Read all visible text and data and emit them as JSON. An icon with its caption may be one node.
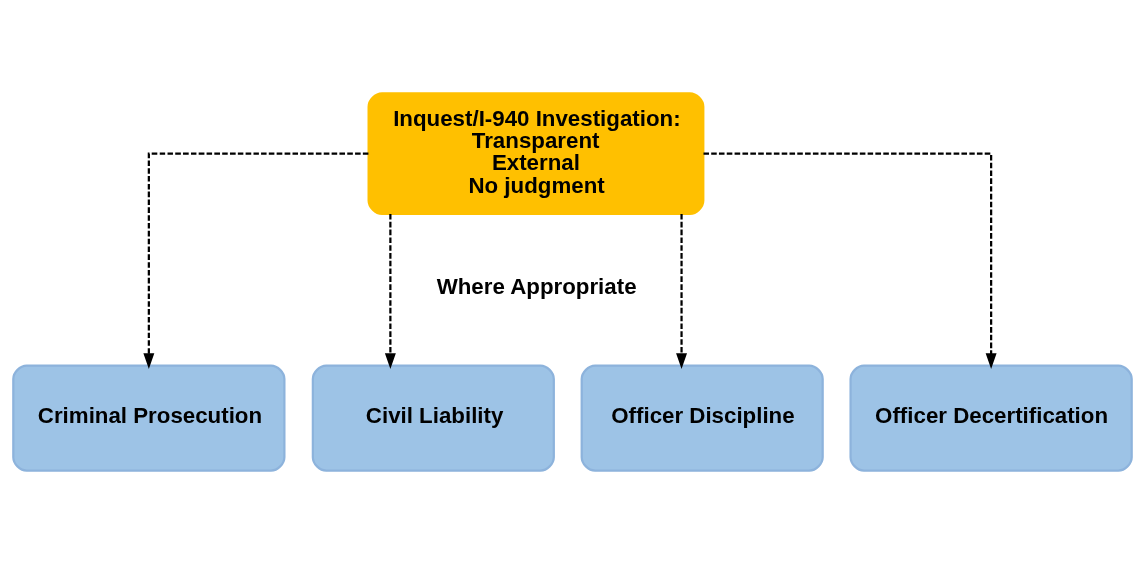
{
  "diagram": {
    "nodes": [
      {
        "text": [
          "Inquest/I-940 Investigation:",
          "Transparent",
          "External",
          "No judgment"
        ]
      },
      {
        "text": [
          "Criminal Prosecution"
        ]
      },
      {
        "text": [
          "Civil Liability"
        ]
      },
      {
        "text": [
          "Officer Discipline"
        ]
      },
      {
        "text": [
          "Officer Decertification"
        ]
      }
    ],
    "edges": [
      {
        "from": 0,
        "to": 1,
        "arrow": "to",
        "style": "dashed"
      },
      {
        "from": 0,
        "to": 2,
        "arrow": "to",
        "style": "dashed"
      },
      {
        "from": 0,
        "to": 3,
        "arrow": "to",
        "style": "dashed"
      },
      {
        "from": 0,
        "to": 4,
        "arrow": "to",
        "style": "dashed"
      }
    ],
    "labels": [
      "Where Appropriate"
    ]
  }
}
